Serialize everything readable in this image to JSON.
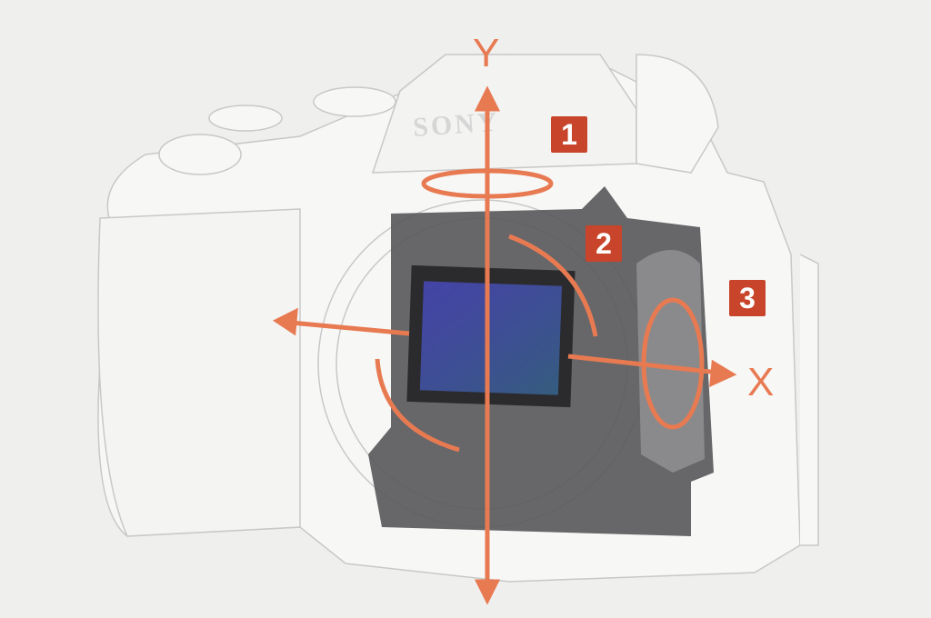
{
  "brand_text": "SONY",
  "axes": {
    "y_label": "Y",
    "x_label": "X"
  },
  "badges": [
    "1",
    "2",
    "3"
  ],
  "colors": {
    "badge": "#c8452b",
    "arrow": "#e87a52",
    "sensor": "#3a3fa0",
    "background": "#efefee"
  }
}
